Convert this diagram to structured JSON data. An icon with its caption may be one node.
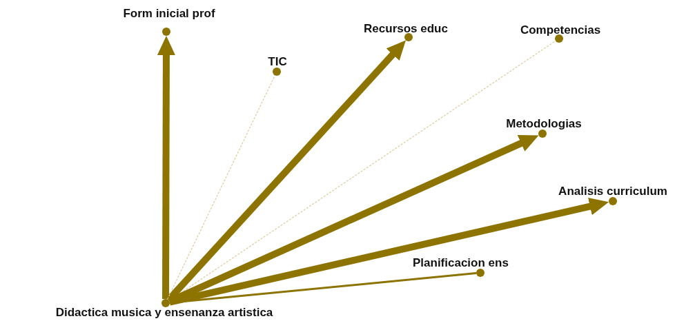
{
  "diagram": {
    "nodes": [
      {
        "text": [
          "Form inicial prof"
        ]
      },
      {
        "text": [
          "Recursos educ"
        ]
      },
      {
        "text": [
          "Competencias"
        ]
      },
      {
        "text": [
          "TIC"
        ]
      },
      {
        "text": [
          "Metodologias"
        ]
      },
      {
        "text": [
          "Analisis curriculum"
        ]
      },
      {
        "text": [
          "Planificacion ens"
        ]
      },
      {
        "text": [
          "Didactica musica y ensenanza artistica"
        ]
      }
    ],
    "edges": [
      {
        "from": 7,
        "to": 0,
        "arrow": "to"
      },
      {
        "from": 7,
        "to": 1,
        "arrow": "to"
      },
      {
        "from": 7,
        "to": 2,
        "arrow": "none",
        "style": "dashed",
        "color": "#dccb9c"
      },
      {
        "from": 7,
        "to": 3,
        "arrow": "none",
        "style": "dashed",
        "color": "#dccb9c"
      },
      {
        "from": 7,
        "to": 4,
        "arrow": "to"
      },
      {
        "from": 7,
        "to": 5,
        "arrow": "to"
      },
      {
        "from": 7,
        "to": 6,
        "arrow": "none"
      }
    ]
  }
}
